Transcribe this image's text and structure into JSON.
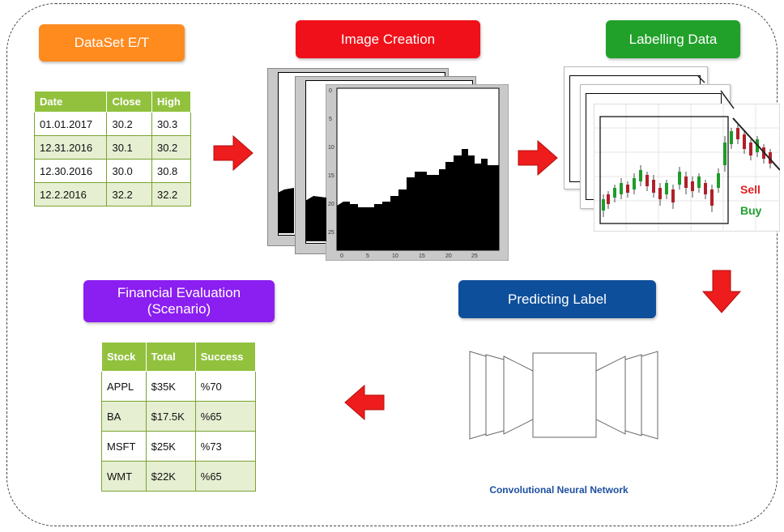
{
  "stages": {
    "dataset": {
      "label": "DataSet E/T",
      "color": "#ff8a1e"
    },
    "image_creation": {
      "label": "Image Creation",
      "color": "#f0101a"
    },
    "labelling": {
      "label": "Labelling Data",
      "color": "#21a12a"
    },
    "predicting": {
      "label": "Predicting Label",
      "color": "#0e4f9c"
    },
    "financial": {
      "line1": "Financial  Evaluation",
      "line2": "(Scenario)",
      "color": "#8b1ef0"
    }
  },
  "dataset_table": {
    "headers": [
      "Date",
      "Close",
      "High"
    ],
    "rows": [
      [
        "01.01.2017",
        "30.2",
        "30.3"
      ],
      [
        "12.31.2016",
        "30.1",
        "30.2"
      ],
      [
        "12.30.2016",
        "30.0",
        "30.8"
      ],
      [
        "12.2.2016",
        "32.2",
        "32.2"
      ]
    ]
  },
  "evaluation_table": {
    "headers": [
      "Stock",
      "Total",
      "Success"
    ],
    "rows": [
      [
        "APPL",
        "$35K",
        "%70"
      ],
      [
        "BA",
        "$17.5K",
        "%65"
      ],
      [
        "MSFT",
        "$25K",
        "%73"
      ],
      [
        "WMT",
        "$22K",
        "%65"
      ]
    ]
  },
  "image_axis": {
    "x_ticks": [
      "0",
      "5",
      "10",
      "15",
      "20",
      "25"
    ],
    "y_ticks": [
      "0",
      "5",
      "10",
      "15",
      "20",
      "25"
    ]
  },
  "labels": {
    "sell": "Sell",
    "buy": "Buy"
  },
  "cnn": {
    "caption": "Convolutional Neural Network"
  },
  "colors": {
    "arrow": "#ee1c1c",
    "table_header": "#92c13e",
    "table_alt": "#e6efd2",
    "cnn_text": "#1d4fa0"
  }
}
